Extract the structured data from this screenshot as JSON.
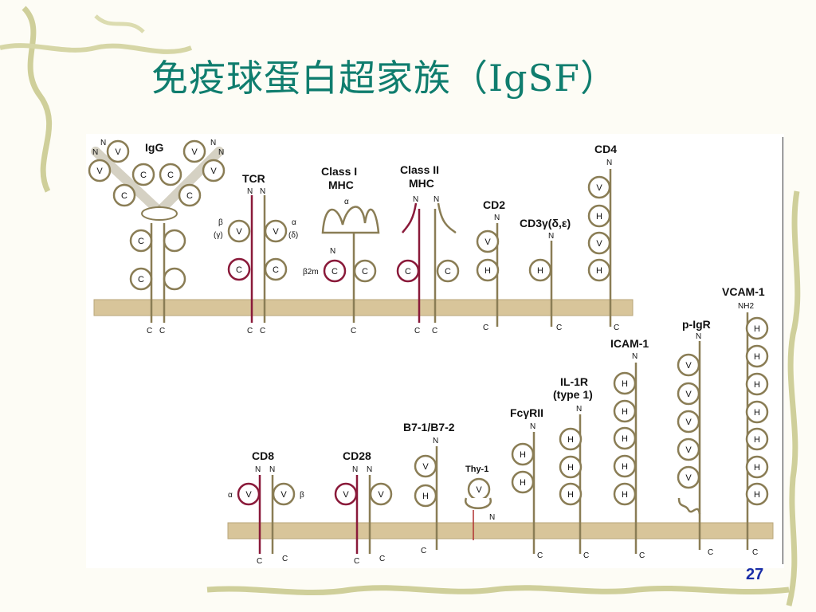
{
  "slide": {
    "title": "免疫球蛋白超家族（IgSF）",
    "page_number": "27"
  },
  "molecules_top": {
    "igg": "IgG",
    "tcr": "TCR",
    "class1_l1": "Class I",
    "class1_l2": "MHC",
    "class2_l1": "Class II",
    "class2_l2": "MHC",
    "cd2": "CD2",
    "cd3": "CD3γ(δ,ε)",
    "cd4": "CD4"
  },
  "molecules_bottom": {
    "vcam1": "VCAM-1",
    "nh2": "NH2",
    "pigr": "p-IgR",
    "icam1": "ICAM-1",
    "il1r_l1": "IL-1R",
    "il1r_l2": "(type 1)",
    "fcgr": "FcγRII",
    "b7": "B7-1/B7-2",
    "cd8": "CD8",
    "cd28": "CD28",
    "thy1": "Thy-1"
  },
  "chain_labels": {
    "beta": "β",
    "gamma": "(γ)",
    "alpha": "α",
    "delta": "(δ)",
    "b2m": "β2m"
  },
  "domain_letters": {
    "v": "V",
    "c": "C",
    "h": "H",
    "n": "N"
  },
  "colors": {
    "title": "#0f7d6e",
    "membrane": "#d8c59a",
    "chain": "#8a7d55",
    "chain_red": "#8a1a3a",
    "page_number": "#1a2ea8"
  }
}
